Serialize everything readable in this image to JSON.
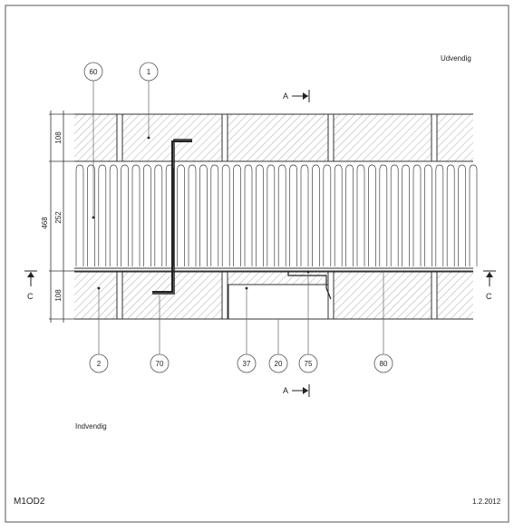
{
  "labels": {
    "outside": "Udvendig",
    "inside": "Indvendig",
    "drawing_code": "M1OD2",
    "date": "1.2.2012",
    "section_a": "A",
    "section_c": "C"
  },
  "dimensions": {
    "total": "468",
    "outer_leaf": "108",
    "insulation": "252",
    "inner_leaf": "108"
  },
  "callouts_top": [
    "60",
    "1"
  ],
  "callouts_bottom": [
    "2",
    "70",
    "37",
    "20",
    "75",
    "80"
  ]
}
